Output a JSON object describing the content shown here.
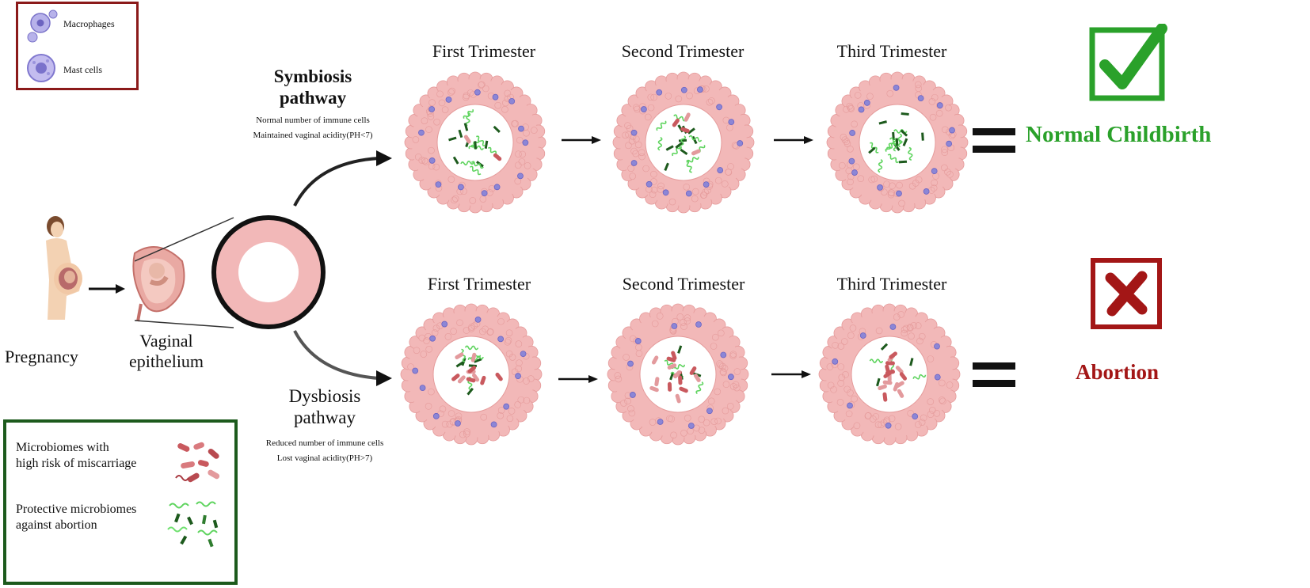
{
  "legend_immune": {
    "items": [
      {
        "label": "Macrophages",
        "icon": "macrophage-icon"
      },
      {
        "label": "Mast cells",
        "icon": "mast-cell-icon"
      }
    ]
  },
  "legend_microbiome": {
    "items": [
      {
        "label_line1": "Microbiomes with",
        "label_line2": "high risk of miscarriage",
        "icon": "harmful-microbiome-icon"
      },
      {
        "label_line1": "Protective microbiomes",
        "label_line2": "against abortion",
        "icon": "protective-microbiome-icon"
      }
    ]
  },
  "start": {
    "pregnancy_label": "Pregnancy",
    "epithelium_label_line1": "Vaginal",
    "epithelium_label_line2": "epithelium"
  },
  "symbiosis": {
    "title_line1": "Symbiosis",
    "title_line2": "pathway",
    "note1": "Normal number of immune cells",
    "note2": "Maintained vaginal acidity(PH<7)",
    "stages": [
      "First Trimester",
      "Second Trimester",
      "Third Trimester"
    ],
    "outcome": "Normal Childbirth"
  },
  "dysbiosis": {
    "title_line1": "Dysbiosis",
    "title_line2": "pathway",
    "note1": "Reduced number of immune cells",
    "note2": "Lost vaginal acidity(PH>7)",
    "stages": [
      "First Trimester",
      "Second Trimester",
      "Third Trimester"
    ],
    "outcome": "Abortion"
  },
  "colors": {
    "tissue": "#f2b8b8",
    "tissue_dark": "#e59b9b",
    "immune": "#8c86d6",
    "harmful": "#c9595e",
    "protective_light": "#5fd45f",
    "protective_dark": "#1d5a1d",
    "success": "#2aa12a",
    "failure": "#a31616"
  }
}
